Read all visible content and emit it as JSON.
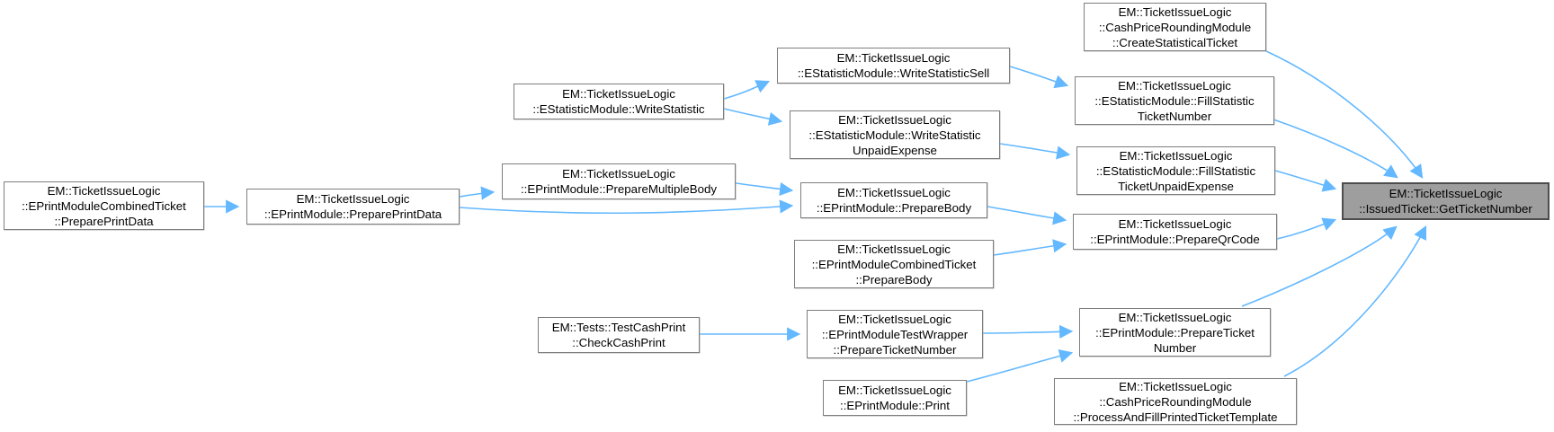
{
  "diagram": {
    "kind": "doxygen-caller-graph",
    "focus_function": "EM::TicketIssueLogic::IssuedTicket::GetTicketNumber",
    "colors": {
      "edge": "#63b8ff",
      "node_fill": "#ffffff",
      "node_border": "#7e7e7e",
      "focus_node_fill": "#9e9e9e",
      "focus_node_border": "#4d4d4d",
      "text": "#000000",
      "background": "#ffffff"
    }
  },
  "nodes": [
    {
      "id": "EPrintModuleCombinedTicket::PreparePrintData",
      "lines": [
        "EM::TicketIssueLogic",
        "::EPrintModuleCombinedTicket",
        "::PreparePrintData"
      ]
    },
    {
      "id": "EPrintModule::PreparePrintData",
      "lines": [
        "EM::TicketIssueLogic",
        "::EPrintModule::PreparePrintData"
      ]
    },
    {
      "id": "EStatisticModule::WriteStatistic",
      "lines": [
        "EM::TicketIssueLogic",
        "::EStatisticModule::WriteStatistic"
      ]
    },
    {
      "id": "EPrintModule::PrepareMultipleBody",
      "lines": [
        "EM::TicketIssueLogic",
        "::EPrintModule::PrepareMultipleBody"
      ]
    },
    {
      "id": "Tests::TestCashPrint::CheckCashPrint",
      "lines": [
        "EM::Tests::TestCashPrint",
        "::CheckCashPrint"
      ]
    },
    {
      "id": "EStatisticModule::WriteStatisticSell",
      "lines": [
        "EM::TicketIssueLogic",
        "::EStatisticModule::WriteStatisticSell"
      ]
    },
    {
      "id": "EStatisticModule::WriteStatisticUnpaidExpense",
      "lines": [
        "EM::TicketIssueLogic",
        "::EStatisticModule::WriteStatistic",
        "UnpaidExpense"
      ]
    },
    {
      "id": "EPrintModule::PrepareBody",
      "lines": [
        "EM::TicketIssueLogic",
        "::EPrintModule::PrepareBody"
      ]
    },
    {
      "id": "EPrintModuleCombinedTicket::PrepareBody",
      "lines": [
        "EM::TicketIssueLogic",
        "::EPrintModuleCombinedTicket",
        "::PrepareBody"
      ]
    },
    {
      "id": "EPrintModuleTestWrapper::PrepareTicketNumber",
      "lines": [
        "EM::TicketIssueLogic",
        "::EPrintModuleTestWrapper",
        "::PrepareTicketNumber"
      ]
    },
    {
      "id": "EPrintModule::Print",
      "lines": [
        "EM::TicketIssueLogic",
        "::EPrintModule::Print"
      ]
    },
    {
      "id": "CashPriceRoundingModule::CreateStatisticalTicket",
      "lines": [
        "EM::TicketIssueLogic",
        "::CashPriceRoundingModule",
        "::CreateStatisticalTicket"
      ]
    },
    {
      "id": "EStatisticModule::FillStatisticTicketNumber",
      "lines": [
        "EM::TicketIssueLogic",
        "::EStatisticModule::FillStatistic",
        "TicketNumber"
      ]
    },
    {
      "id": "EStatisticModule::FillStatisticTicketUnpaidExpense",
      "lines": [
        "EM::TicketIssueLogic",
        "::EStatisticModule::FillStatistic",
        "TicketUnpaidExpense"
      ]
    },
    {
      "id": "EPrintModule::PrepareQrCode",
      "lines": [
        "EM::TicketIssueLogic",
        "::EPrintModule::PrepareQrCode"
      ]
    },
    {
      "id": "EPrintModule::PrepareTicketNumber",
      "lines": [
        "EM::TicketIssueLogic",
        "::EPrintModule::PrepareTicket",
        "Number"
      ]
    },
    {
      "id": "CashPriceRoundingModule::ProcessAndFillPrintedTicketTemplate",
      "lines": [
        "EM::TicketIssueLogic",
        "::CashPriceRoundingModule",
        "::ProcessAndFillPrintedTicketTemplate"
      ]
    },
    {
      "id": "IssuedTicket::GetTicketNumber",
      "lines": [
        "EM::TicketIssueLogic",
        "::IssuedTicket::GetTicketNumber"
      ]
    }
  ],
  "edges": [
    {
      "from": "EPrintModuleCombinedTicket::PreparePrintData",
      "to": "EPrintModule::PreparePrintData"
    },
    {
      "from": "EPrintModule::PreparePrintData",
      "to": "EPrintModule::PrepareMultipleBody"
    },
    {
      "from": "EPrintModule::PreparePrintData",
      "to": "EPrintModule::PrepareBody"
    },
    {
      "from": "EStatisticModule::WriteStatistic",
      "to": "EStatisticModule::WriteStatisticSell"
    },
    {
      "from": "EStatisticModule::WriteStatistic",
      "to": "EStatisticModule::WriteStatisticUnpaidExpense"
    },
    {
      "from": "EPrintModule::PrepareMultipleBody",
      "to": "EPrintModule::PrepareBody"
    },
    {
      "from": "EStatisticModule::WriteStatisticSell",
      "to": "EStatisticModule::FillStatisticTicketNumber"
    },
    {
      "from": "EStatisticModule::WriteStatisticUnpaidExpense",
      "to": "EStatisticModule::FillStatisticTicketUnpaidExpense"
    },
    {
      "from": "EPrintModule::PrepareBody",
      "to": "EPrintModule::PrepareQrCode"
    },
    {
      "from": "EPrintModuleCombinedTicket::PrepareBody",
      "to": "EPrintModule::PrepareQrCode"
    },
    {
      "from": "Tests::TestCashPrint::CheckCashPrint",
      "to": "EPrintModuleTestWrapper::PrepareTicketNumber"
    },
    {
      "from": "EPrintModuleTestWrapper::PrepareTicketNumber",
      "to": "EPrintModule::PrepareTicketNumber"
    },
    {
      "from": "EPrintModule::Print",
      "to": "EPrintModule::PrepareTicketNumber"
    },
    {
      "from": "CashPriceRoundingModule::CreateStatisticalTicket",
      "to": "IssuedTicket::GetTicketNumber"
    },
    {
      "from": "EStatisticModule::FillStatisticTicketNumber",
      "to": "IssuedTicket::GetTicketNumber"
    },
    {
      "from": "EStatisticModule::FillStatisticTicketUnpaidExpense",
      "to": "IssuedTicket::GetTicketNumber"
    },
    {
      "from": "EPrintModule::PrepareQrCode",
      "to": "IssuedTicket::GetTicketNumber"
    },
    {
      "from": "EPrintModule::PrepareTicketNumber",
      "to": "IssuedTicket::GetTicketNumber"
    },
    {
      "from": "CashPriceRoundingModule::ProcessAndFillPrintedTicketTemplate",
      "to": "IssuedTicket::GetTicketNumber"
    }
  ]
}
